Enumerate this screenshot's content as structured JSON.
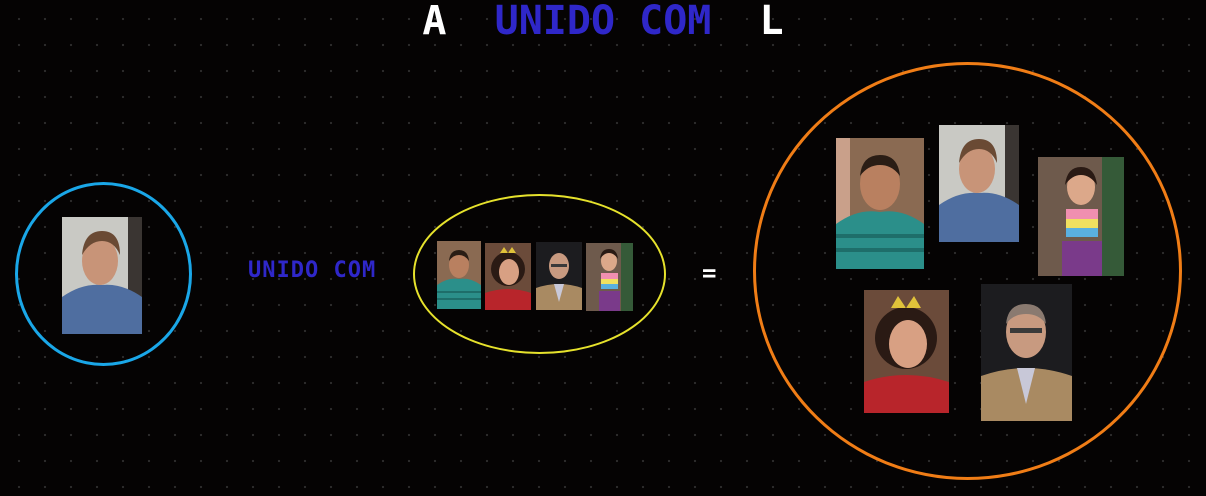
{
  "title": {
    "left": "A",
    "operator": "UNIDO COM",
    "right": "L"
  },
  "operator_label": "UNIDO COM",
  "equals_sign": "=",
  "colors": {
    "set_a": "#1aa7e8",
    "set_l": "#e6e22c",
    "result": "#f07d16",
    "operator_text": "#2f27c9",
    "title_text": "#ffffff"
  },
  "sets": {
    "A": [
      "man-blue-shirt"
    ],
    "L": [
      "man-striped-sweater",
      "woman-curly-hair",
      "older-man-glasses",
      "woman-striped-top"
    ],
    "result": [
      "man-striped-sweater",
      "man-blue-shirt",
      "woman-striped-top",
      "woman-curly-hair",
      "older-man-glasses"
    ]
  }
}
